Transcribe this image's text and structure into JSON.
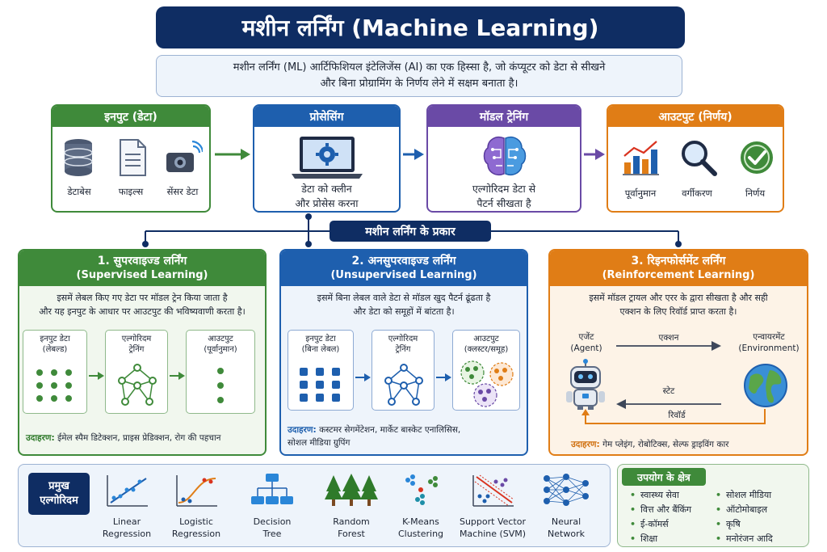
{
  "title": "मशीन लर्निंग (Machine Learning)",
  "intro": {
    "line1": "मशीन लर्निंग (ML) आर्टिफिशियल इंटेलिजेंस (AI) का एक हिस्सा है, जो कंप्यूटर को डेटा से सीखने",
    "line2": "और बिना प्रोग्रामिंग के निर्णय लेने में सक्षम बनाता है।"
  },
  "pipeline": {
    "input": {
      "header": "इनपुट (डेटा)",
      "items": [
        "डेटाबेस",
        "फाइल्स",
        "सेंसर डेटा"
      ]
    },
    "processing": {
      "header": "प्रोसेसिंग",
      "line1": "डेटा को क्लीन",
      "line2": "और प्रोसेस करना"
    },
    "training": {
      "header": "मॉडल ट्रेनिंग",
      "line1": "एल्गोरिदम डेटा से",
      "line2": "पैटर्न सीखता है"
    },
    "output": {
      "header": "आउटपुट (निर्णय)",
      "items": [
        "पूर्वानुमान",
        "वर्गीकरण",
        "निर्णय"
      ]
    }
  },
  "types_banner": "मशीन लर्निंग के प्रकार",
  "supervised": {
    "title": "1. सुपरवाइज्ड लर्निंग",
    "subtitle": "(Supervised Learning)",
    "desc1": "इसमें लेबल किए गए डेटा पर मॉडल ट्रेन किया जाता है",
    "desc2": "और यह इनपुट के आधार पर आउटपुट की भविष्यवाणी करता है।",
    "steps": [
      {
        "l1": "इनपुट डेटा",
        "l2": "(लेबल्ड)"
      },
      {
        "l1": "एल्गोरिदम",
        "l2": "ट्रेनिंग"
      },
      {
        "l1": "आउटपुट",
        "l2": "(पूर्वानुमान)"
      }
    ],
    "example_label": "उदाहरण:",
    "example_text": "ईमेल स्पैम डिटेक्शन, प्राइस प्रेडिक्शन, रोग की पहचान"
  },
  "unsupervised": {
    "title": "2. अनसुपरवाइज्ड लर्निंग",
    "subtitle": "(Unsupervised Learning)",
    "desc1": "इसमें बिना लेबल वाले डेटा से मॉडल खुद पैटर्न ढूंढता है",
    "desc2": "और डेटा को समूहों में बांटता है।",
    "steps": [
      {
        "l1": "इनपुट डेटा",
        "l2": "(बिना लेबल)"
      },
      {
        "l1": "एल्गोरिदम",
        "l2": "ट्रेनिंग"
      },
      {
        "l1": "आउटपुट",
        "l2": "(क्लस्टर/समूह)"
      }
    ],
    "example_label": "उदाहरण:",
    "example_text1": "कस्टमर सेगमेंटेशन, मार्केट बास्केट एनालिसिस,",
    "example_text2": "सोशल मीडिया ग्रुपिंग"
  },
  "reinforcement": {
    "title": "3. रिइनफोर्समेंट लर्निंग",
    "subtitle": "(Reinforcement Learning)",
    "desc1": "इसमें मॉडल ट्रायल और एरर के द्वारा सीखता है और सही",
    "desc2": "एक्शन के लिए रिवॉर्ड प्राप्त करता है।",
    "agent_l1": "एजेंट",
    "agent_l2": "(Agent)",
    "env_l1": "एन्वायरमेंट",
    "env_l2": "(Environment)",
    "action": "एक्शन",
    "state": "स्टेट",
    "reward": "रिवॉर्ड",
    "example_label": "उदाहरण:",
    "example_text": "गेम प्लेइंग, रोबोटिक्स, सेल्फ ड्राइविंग कार"
  },
  "algorithms": {
    "badge_l1": "प्रमुख",
    "badge_l2": "एल्गोरिदम",
    "items": [
      {
        "l1": "Linear",
        "l2": "Regression"
      },
      {
        "l1": "Logistic",
        "l2": "Regression"
      },
      {
        "l1": "Decision",
        "l2": "Tree"
      },
      {
        "l1": "Random",
        "l2": "Forest"
      },
      {
        "l1": "K-Means",
        "l2": "Clustering"
      },
      {
        "l1": "Support Vector",
        "l2": "Machine (SVM)"
      },
      {
        "l1": "Neural",
        "l2": "Network"
      }
    ]
  },
  "applications": {
    "header": "उपयोग के क्षेत्र",
    "col1": [
      "स्वास्थ्य सेवा",
      "वित्त और बैंकिंग",
      "ई-कॉमर्स",
      "शिक्षा"
    ],
    "col2": [
      "सोशल मीडिया",
      "ऑटोमोबाइल",
      "कृषि",
      "मनोरंजन आदि"
    ]
  },
  "colors": {
    "navy": "#0f2d63",
    "green": "#3f8a3a",
    "blue": "#1e5fae",
    "purple": "#6a4aa6",
    "orange": "#e07d16"
  }
}
